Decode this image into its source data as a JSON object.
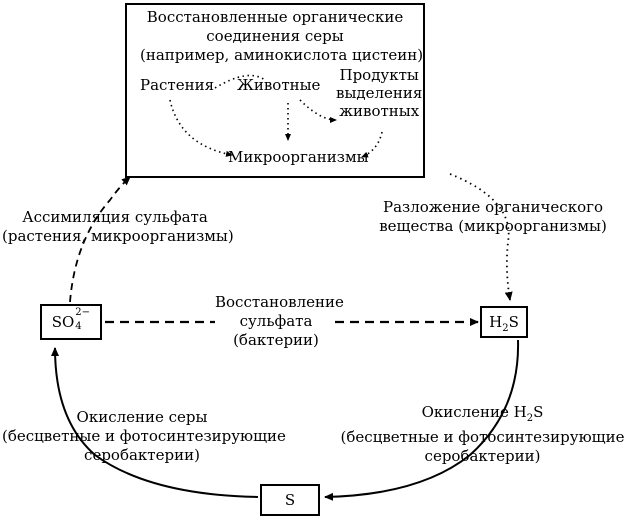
{
  "top_box": {
    "title_line1": "Восстановленные органические",
    "title_line2": "соединения серы",
    "title_line3": "(например, аминокислота цистеин)",
    "plants": "Растения",
    "animals": "Животные",
    "products_line1": "Продукты",
    "products_line2": "выделения",
    "products_line3": "животных",
    "microorganisms": "Микроорганизмы"
  },
  "nodes": {
    "sulfate_base": "SO",
    "sulfate_sup": "2−",
    "sulfate_sub": "4",
    "h2s_h": "H",
    "h2s_sub": "2",
    "h2s_s": "S",
    "sulfur": "S"
  },
  "edges": {
    "assimilation_line1": "Ассимиляция сульфата",
    "assimilation_line2": "(растения, микроорганизмы)",
    "decomposition_line1": "Разложение органического",
    "decomposition_line2": "вещества (микроорганизмы)",
    "reduction_line1": "Восстановление",
    "reduction_line2": "сульфата",
    "reduction_line3": "(бактерии)",
    "sulfur_oxidation_line1": "Окисление серы",
    "sulfur_oxidation_line2": "(бесцветные и фотосинтезирующие",
    "sulfur_oxidation_line3": "серобактерии)",
    "h2s_oxidation_line1_a": "Окисление H",
    "h2s_oxidation_line1_sub": "2",
    "h2s_oxidation_line1_b": "S",
    "h2s_oxidation_line2": "(бесцветные и фотосинтезирующие",
    "h2s_oxidation_line3": "серобактерии)"
  }
}
